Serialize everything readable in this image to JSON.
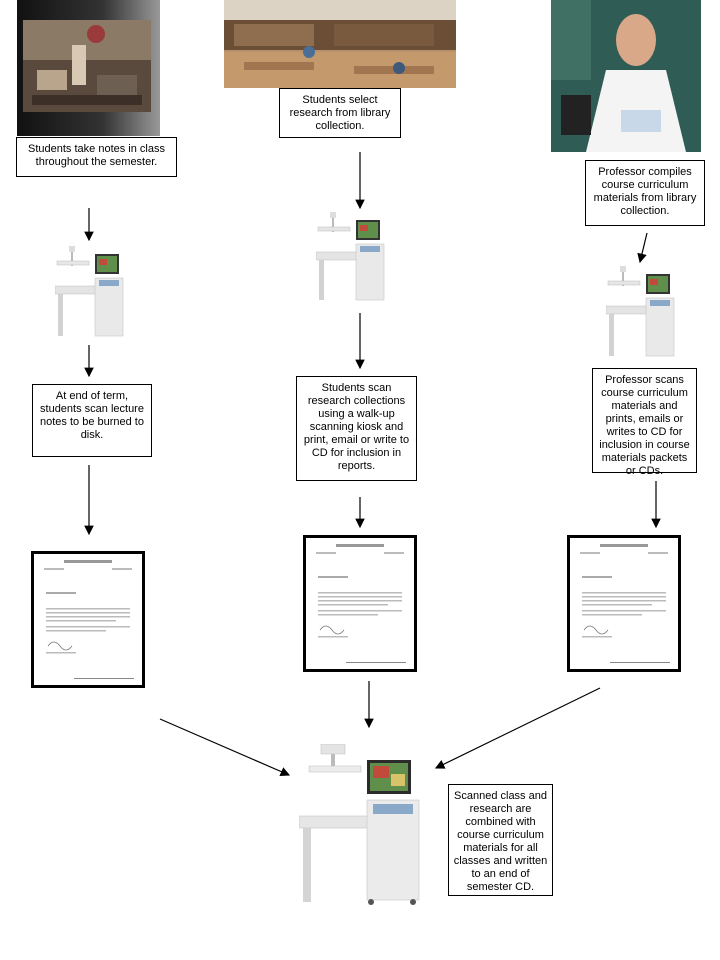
{
  "steps": {
    "class_notes": "Students take notes in class throughout the semester.",
    "library_research": "Students select research from library collection.",
    "professor_compiles": "Professor compiles course curriculum materials from library collection.",
    "students_scan_notes": "At end of term, students scan lecture notes to be burned to disk.",
    "students_scan_research": "Students scan research collections using a walk-up scanning kiosk and print, email or write to CD for inclusion in reports.",
    "professor_scans": "Professor scans course curriculum materials and prints, emails or writes to CD for inclusion in course materials packets or CDs.",
    "combined": "Scanned class and research are combined with course curriculum materials for all classes and written to an end of semester CD."
  }
}
